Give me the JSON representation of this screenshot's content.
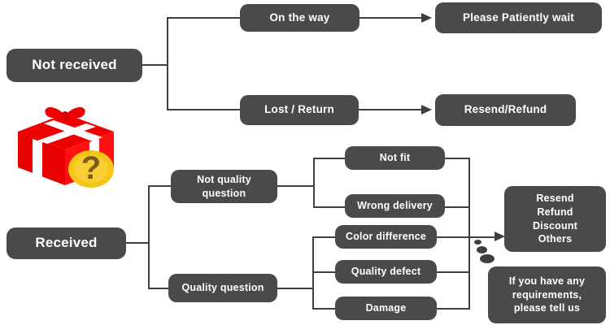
{
  "diagram": {
    "title": "Order issue resolution flowchart",
    "colors": {
      "node_fill": "#4a4a4a",
      "node_text": "#ffffff",
      "connector": "#3f3f3f",
      "background": "#ffffff",
      "gift_red": "#ee0000",
      "gift_ribbon": "#ffffff",
      "badge_yellow": "#f5c518",
      "badge_mark": "#7a5c1e"
    },
    "icon": {
      "name": "gift-box-question-icon",
      "description": "Red gift box with white ribbon and yellow question-mark badge"
    },
    "nodes": {
      "not_received": "Not received",
      "on_the_way": "On the way",
      "please_patiently_wait": "Please Patiently wait",
      "lost_return": "Lost / Return",
      "resend_refund": "Resend/Refund",
      "received": "Received",
      "not_quality_question_line1": "Not quality",
      "not_quality_question_line2": "question",
      "quality_question": "Quality question",
      "not_fit": "Not fit",
      "wrong_delivery": "Wrong delivery",
      "color_difference": "Color difference",
      "quality_defect": "Quality defect",
      "damage": "Damage",
      "outcomes_line1": "Resend",
      "outcomes_line2": "Refund",
      "outcomes_line3": "Discount",
      "outcomes_line4": "Others",
      "requirements_line1": "If you have any",
      "requirements_line2": "requirements,",
      "requirements_line3": "please tell us"
    }
  }
}
